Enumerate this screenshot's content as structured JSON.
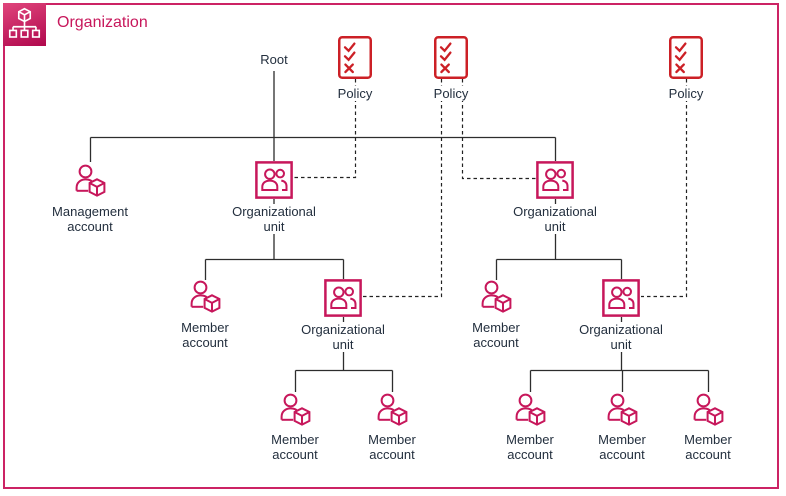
{
  "header": {
    "title": "Organization",
    "icon": "organizations-icon"
  },
  "colors": {
    "accent_pink": "#c7175b",
    "policy_red": "#cc2026",
    "frame_border": "#cc2364",
    "label_text": "#232f3e",
    "connector": "#2d2d2d"
  },
  "nodes": [
    {
      "id": "root",
      "type": "root",
      "label": "Root"
    },
    {
      "id": "policy-1",
      "type": "policy",
      "label": "Policy"
    },
    {
      "id": "policy-2",
      "type": "policy",
      "label": "Policy"
    },
    {
      "id": "policy-3",
      "type": "policy",
      "label": "Policy"
    },
    {
      "id": "management-account",
      "type": "account",
      "label": "Management account"
    },
    {
      "id": "ou-top-left",
      "type": "organizational-unit",
      "label": "Organizational unit"
    },
    {
      "id": "ou-top-right",
      "type": "organizational-unit",
      "label": "Organizational unit"
    },
    {
      "id": "member-account-left",
      "type": "account",
      "label": "Member account"
    },
    {
      "id": "ou-child-left",
      "type": "organizational-unit",
      "label": "Organizational unit"
    },
    {
      "id": "member-account-right",
      "type": "account",
      "label": "Member account"
    },
    {
      "id": "ou-child-right",
      "type": "organizational-unit",
      "label": "Organizational unit"
    },
    {
      "id": "member-bottom-left-1",
      "type": "account",
      "label": "Member account"
    },
    {
      "id": "member-bottom-left-2",
      "type": "account",
      "label": "Member account"
    },
    {
      "id": "member-bottom-right-1",
      "type": "account",
      "label": "Member account"
    },
    {
      "id": "member-bottom-right-2",
      "type": "account",
      "label": "Member account"
    },
    {
      "id": "member-bottom-right-3",
      "type": "account",
      "label": "Member account"
    }
  ]
}
